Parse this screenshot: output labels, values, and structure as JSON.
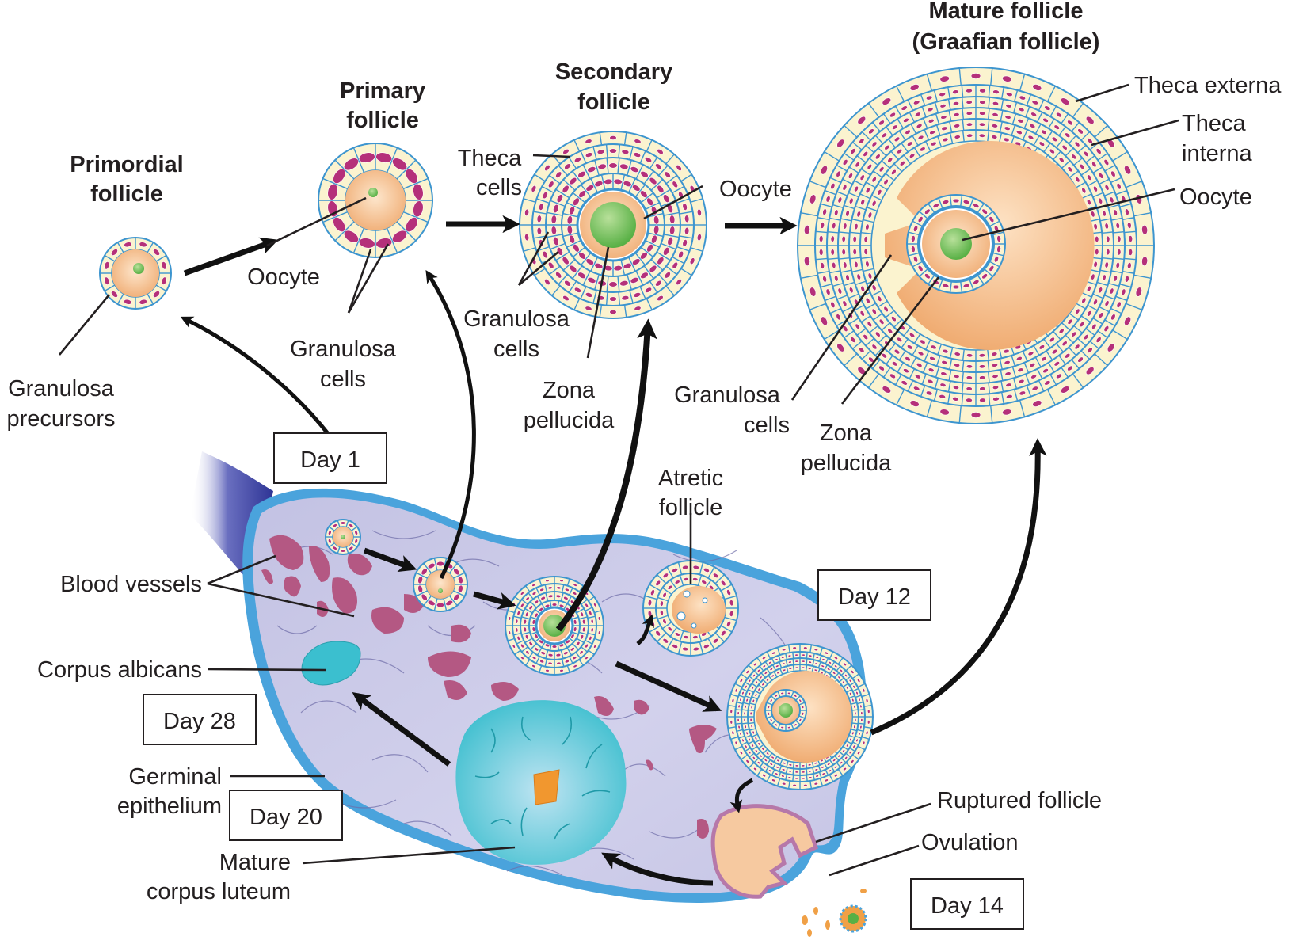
{
  "figure": {
    "subject": "Ovarian cycle: follicle development, ovulation and corpus luteum",
    "colors": {
      "ovary_stroma": "#c9c8e6",
      "ovary_border": "#4aa3dc",
      "ligament": "#3b3f9e",
      "granulosa_cell": "#fbf3cf",
      "cell_outline": "#3d95cf",
      "nucleus": "#b5307a",
      "antrum": "#f2b27a",
      "oocyte_nucleus": "#7cc35a",
      "blood_vessel": "#b45883",
      "corpus_luteum": "#4cc2d0",
      "corpus_albicans": "#35b9c9",
      "ruptured_follicle": "#f6c9a0",
      "arrow": "#111111"
    }
  },
  "stages": {
    "primordial": {
      "title_line1": "Primordial",
      "title_line2": "follicle"
    },
    "primary": {
      "title_line1": "Primary",
      "title_line2": "follicle"
    },
    "secondary": {
      "title_line1": "Secondary",
      "title_line2": "follicle"
    },
    "mature": {
      "title_line1": "Mature follicle",
      "title_line2": "(Graafian follicle)"
    }
  },
  "labels": {
    "granulosa_precursors": {
      "line1": "Granulosa",
      "line2": "precursors"
    },
    "primary_oocyte": "Oocyte",
    "primary_granulosa": {
      "line1": "Granulosa",
      "line2": "cells"
    },
    "theca_cells": {
      "line1": "Theca",
      "line2": "cells"
    },
    "secondary_oocyte": "Oocyte",
    "secondary_granulosa": {
      "line1": "Granulosa",
      "line2": "cells"
    },
    "secondary_zona": {
      "line1": "Zona",
      "line2": "pellucida"
    },
    "theca_externa": "Theca externa",
    "theca_interna": {
      "line1": "Theca",
      "line2": "interna"
    },
    "mature_oocyte": "Oocyte",
    "mature_granulosa": {
      "line1": "Granulosa",
      "line2": "cells"
    },
    "mature_zona": {
      "line1": "Zona",
      "line2": "pellucida"
    },
    "atretic_follicle": {
      "line1": "Atretic",
      "line2": "follicle"
    },
    "blood_vessels": "Blood vessels",
    "corpus_albicans": "Corpus albicans",
    "germinal_epithelium": {
      "line1": "Germinal",
      "line2": "epithelium"
    },
    "mature_corpus_luteum": {
      "line1": "Mature",
      "line2": "corpus luteum"
    },
    "ruptured_follicle": "Ruptured follicle",
    "ovulation": "Ovulation"
  },
  "days": {
    "day1": "Day 1",
    "day12": "Day 12",
    "day14": "Day 14",
    "day20": "Day 20",
    "day28": "Day 28"
  }
}
